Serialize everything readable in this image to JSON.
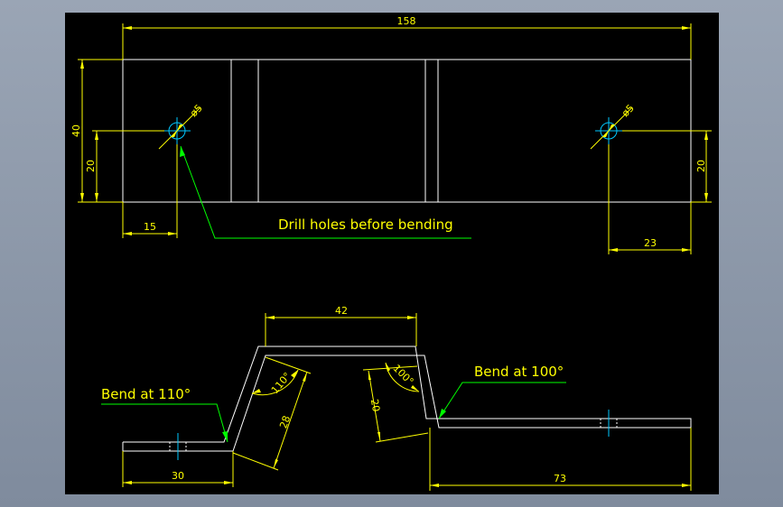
{
  "drawing": {
    "top_view": {
      "dim_length": "158",
      "dim_height": "40",
      "dim_hole_left_y": "20",
      "dim_hole_right_y": "20",
      "dim_hole_left_x": "15",
      "dim_hole_right_x": "23",
      "hole_left_dia": "ø5",
      "hole_right_dia": "ø5",
      "note": "Drill holes before bending"
    },
    "side_view": {
      "dim_top": "42",
      "dim_left_flange": "30",
      "dim_right_flange": "73",
      "dim_left_slope": "28",
      "dim_right_slope": "20",
      "angle_left": "110°",
      "angle_right": "100°",
      "note_left": "Bend at 110°",
      "note_right": "Bend at 100°"
    }
  }
}
